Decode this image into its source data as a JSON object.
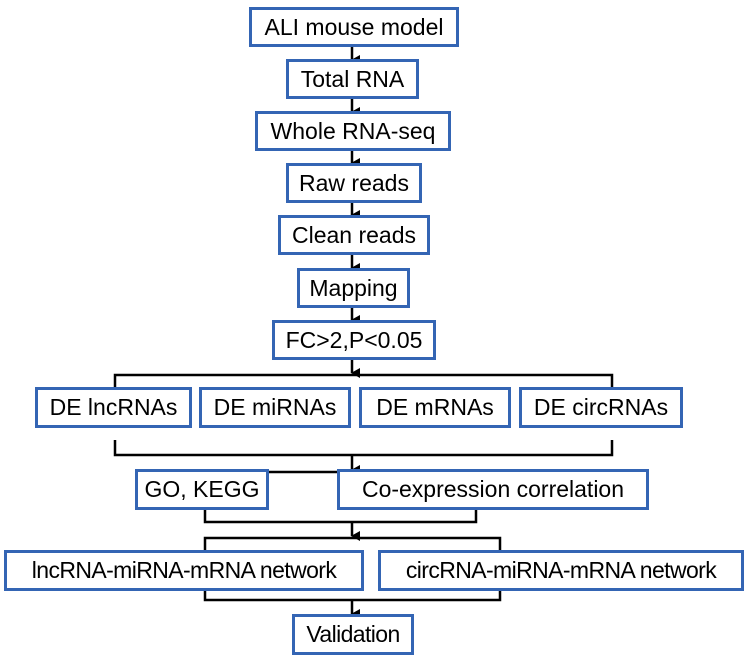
{
  "colors": {
    "box_border": "#3465b4",
    "connector": "#000000",
    "text": "#000000"
  },
  "flowchart": {
    "steps": [
      "ALI mouse model",
      "Total RNA",
      "Whole RNA-seq",
      "Raw reads",
      "Clean reads",
      "Mapping",
      "FC>2,P<0.05"
    ],
    "differential_expression": [
      "DE lncRNAs",
      "DE miRNAs",
      "DE mRNAs",
      "DE circRNAs"
    ],
    "analysis": [
      "GO, KEGG",
      "Co-expression correlation"
    ],
    "networks": [
      "lncRNA-miRNA-mRNA network",
      "circRNA-miRNA-mRNA network"
    ],
    "final": "Validation"
  }
}
